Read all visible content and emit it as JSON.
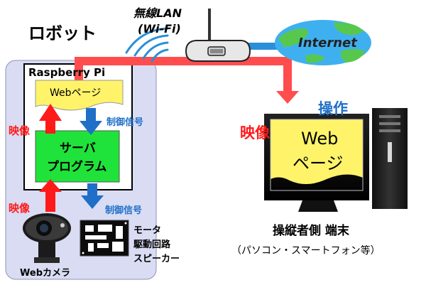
{
  "labels": {
    "robot": "ロボット",
    "wireless_lan_line1": "無線LAN",
    "wireless_lan_line2": "(Wi-Fi)",
    "internet": "Internet",
    "raspberry_pi": "Raspberry Pi",
    "web_page_small": "Webページ",
    "server_program_line1": "サーバ",
    "server_program_line2": "プログラム",
    "video_upper": "映像",
    "video_lower": "映像",
    "control_signal_upper": "制御信号",
    "control_signal_lower": "制御信号",
    "motor_line1": "モータ",
    "motor_line2": "駆動回路",
    "motor_line3": "スピーカー",
    "webcam": "Webカメラ",
    "operation": "操作",
    "video_right": "映像",
    "web_page_screen_line1": "Web",
    "web_page_screen_line2": "ページ",
    "terminal": "操縦者側 端末",
    "terminal_note": "（パソコン・スマートフォン等）"
  },
  "colors": {
    "robot_panel": "#d9dcf3",
    "web_page_doc": "#fff36a",
    "server_box": "#1fe33a",
    "red_arrow": "#ff1a1a",
    "blue_arrow": "#1f6fc9",
    "internet_sea": "#3fb0ef",
    "internet_land": "#57c84d",
    "signal_blue": "#2a8fd8"
  },
  "icons": [
    "wifi-router-icon",
    "wifi-waves-icon",
    "globe-icon",
    "webcam-icon",
    "circuit-board-icon",
    "desktop-pc-icon"
  ]
}
